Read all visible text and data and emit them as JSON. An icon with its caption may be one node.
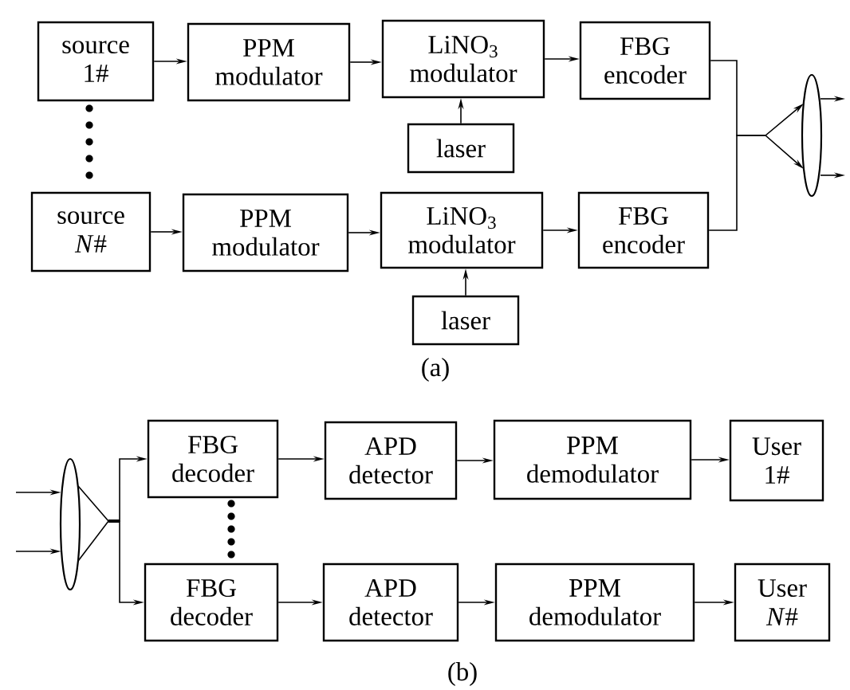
{
  "diagram": {
    "nodes": [
      {
        "text": [
          "source 1#"
        ]
      },
      {
        "text": [
          "PPM modulator"
        ]
      },
      {
        "text": [
          "LiNO$_{3}$ modulator"
        ]
      },
      {
        "text": [
          "FBG encoder"
        ]
      },
      {
        "text": [
          "laser"
        ]
      },
      {
        "text": [
          "source *N*#"
        ]
      },
      {
        "text": [
          "PPM modulator"
        ]
      },
      {
        "text": [
          "LiNO$_{3}$ modulator"
        ]
      },
      {
        "text": [
          "FBG encoder"
        ]
      },
      {
        "text": [
          "laser"
        ]
      },
      {
        "text": [],
        "shape": "ellipse"
      },
      {
        "text": [],
        "shape": "ellipse"
      },
      {
        "text": [
          "FBG decoder"
        ]
      },
      {
        "text": [
          "APD detector"
        ]
      },
      {
        "text": [
          "PPM demodulator"
        ]
      },
      {
        "text": [
          "User 1#"
        ]
      },
      {
        "text": [
          "FBG decoder"
        ]
      },
      {
        "text": [
          "APD detector"
        ]
      },
      {
        "text": [
          "PPM demodulator"
        ]
      },
      {
        "text": [
          "User *N*#"
        ]
      }
    ],
    "edges": [
      {
        "from": 0,
        "to": 1,
        "arrow": "to"
      },
      {
        "from": 1,
        "to": 2,
        "arrow": "to"
      },
      {
        "from": 2,
        "to": 3,
        "arrow": "to"
      },
      {
        "from": 4,
        "to": 2,
        "arrow": "to"
      },
      {
        "from": 5,
        "to": 6,
        "arrow": "to"
      },
      {
        "from": 6,
        "to": 7,
        "arrow": "to"
      },
      {
        "from": 7,
        "to": 8,
        "arrow": "to"
      },
      {
        "from": 9,
        "to": 7,
        "arrow": "to"
      },
      {
        "from": 3,
        "to": 10,
        "arrow": "to"
      },
      {
        "from": 8,
        "to": 10,
        "arrow": "to"
      },
      {
        "from": 10,
        "to": null,
        "arrow": "to"
      },
      {
        "from": 10,
        "to": null,
        "arrow": "to"
      },
      {
        "from": null,
        "to": 11,
        "arrow": "to"
      },
      {
        "from": null,
        "to": 11,
        "arrow": "to"
      },
      {
        "from": 11,
        "to": 12,
        "arrow": "to"
      },
      {
        "from": 11,
        "to": 16,
        "arrow": "to"
      },
      {
        "from": 12,
        "to": 13,
        "arrow": "to"
      },
      {
        "from": 13,
        "to": 14,
        "arrow": "to"
      },
      {
        "from": 14,
        "to": 15,
        "arrow": "to"
      },
      {
        "from": 16,
        "to": 17,
        "arrow": "to"
      },
      {
        "from": 17,
        "to": 18,
        "arrow": "to"
      },
      {
        "from": 18,
        "to": 19,
        "arrow": "to"
      }
    ],
    "labels": [
      "(a)",
      "(b)"
    ]
  }
}
